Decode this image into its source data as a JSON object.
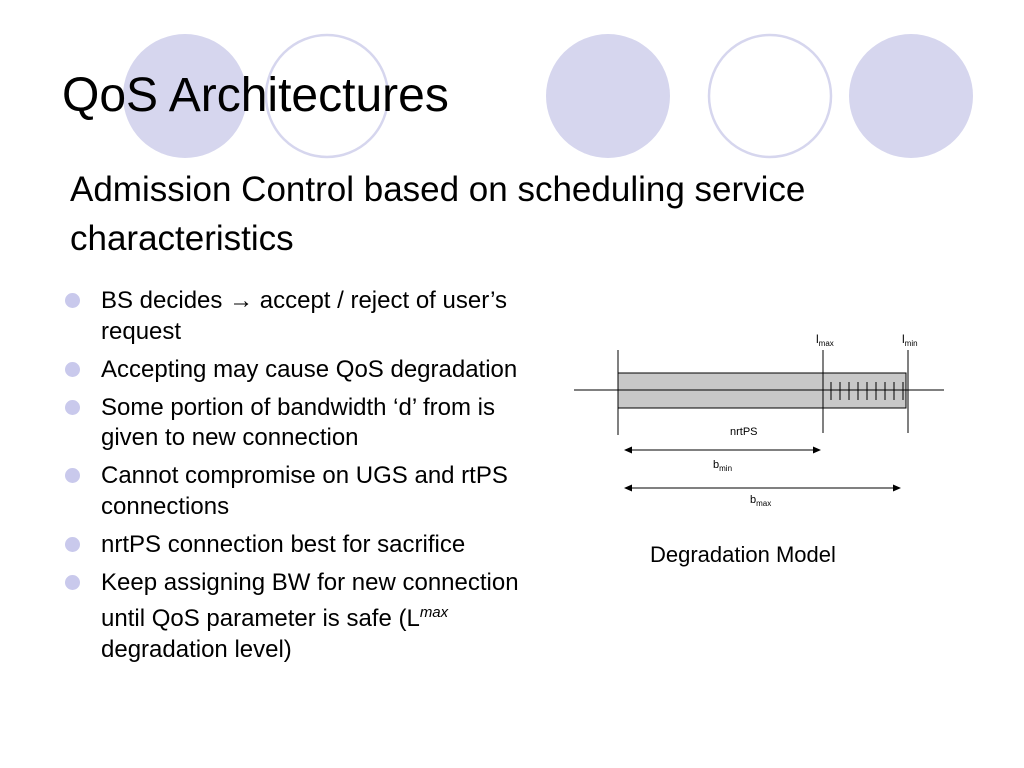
{
  "slide": {
    "title": "QoS Architectures",
    "subtitle": "Admission Control based on scheduling service characteristics",
    "bullets": [
      {
        "before": "BS decides ",
        "arrow": "→",
        "after": " accept / reject of user’s request"
      },
      {
        "text": "Accepting may cause QoS degradation"
      },
      {
        "text": "Some portion of bandwidth ‘d’ from is given to new connection"
      },
      {
        "text": "Cannot compromise on UGS and rtPS connections"
      },
      {
        "text": "nrtPS connection best for sacrifice"
      },
      {
        "before": "Keep assigning BW for new connection until QoS parameter is safe (L",
        "sup": "max",
        "after": " degradation level)"
      }
    ]
  },
  "diagram": {
    "caption": "Degradation Model",
    "l_max": {
      "base": "l",
      "sub": "max"
    },
    "l_min": {
      "base": "l",
      "sub": "min"
    },
    "bar_label": "nrtPS",
    "b_min": {
      "base": "b",
      "sub": "min"
    },
    "b_max": {
      "base": "b",
      "sub": "max"
    }
  },
  "colors": {
    "circle_fill": "#d6d6ee",
    "circle_outline": "#d6d6ee",
    "bullet_dot": "#c9c9ec",
    "bar_fill": "#c8c8c8"
  }
}
